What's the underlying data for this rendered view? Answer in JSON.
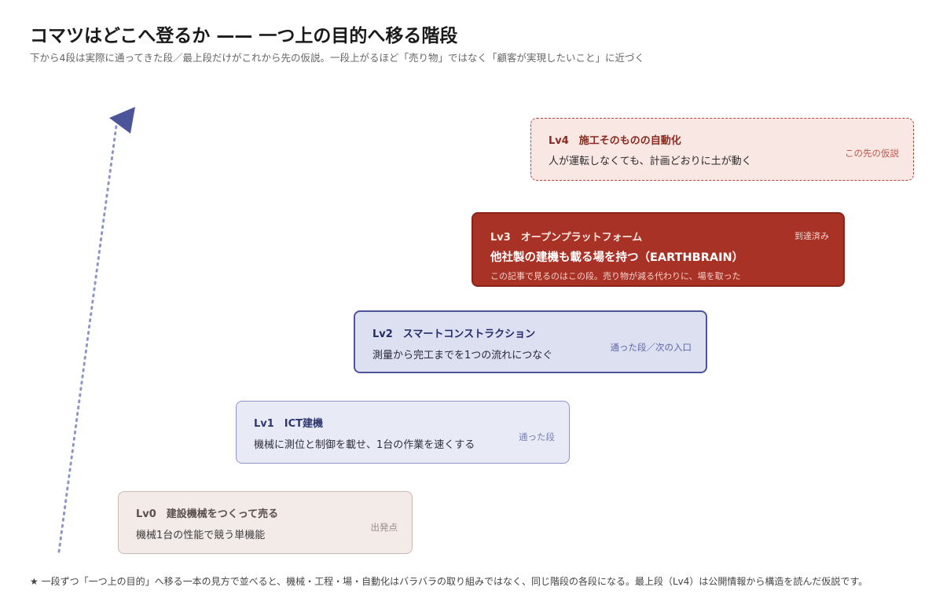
{
  "header": {
    "title": "コマツはどこへ登るか —— 一つ上の目的へ移る階段",
    "subtitle": "下から4段は実際に通ってきた段／最上段だけがこれから先の仮説。一段上がるほど「売り物」ではなく「顧客が実現したいこと」に近づく"
  },
  "colors": {
    "arrow": "#8e93c9",
    "arrow_head": "#4c559a",
    "lv3_fill": "#a93226",
    "lv4_border": "#b5453a"
  },
  "steps": {
    "lv0": {
      "heading": "Lv0　建設機械をつくって売る",
      "desc": "機械1台の性能で競う単機能",
      "tag": "出発点"
    },
    "lv1": {
      "heading": "Lv1　ICT建機",
      "desc": "機械に測位と制御を載せ、1台の作業を速くする",
      "tag": "通った段"
    },
    "lv2": {
      "heading": "Lv2　スマートコンストラクション",
      "desc": "測量から完工までを1つの流れにつなぐ",
      "tag": "通った段／次の入口"
    },
    "lv3": {
      "heading": "Lv3　オープンプラットフォーム",
      "desc": "他社製の建機も載る場を持つ（EARTHBRAIN）",
      "note": "この記事で見るのはこの段。売り物が減る代わりに、場を取った",
      "tag": "到達済み"
    },
    "lv4": {
      "heading": "Lv4　施工そのものの自動化",
      "desc": "人が運転しなくても、計画どおりに土が動く",
      "tag": "この先の仮説"
    }
  },
  "footer": {
    "text": "★ 一段ずつ「一つ上の目的」へ移る一本の見方で並べると、機械・工程・場・自動化はバラバラの取り組みではなく、同じ階段の各段になる。最上段（Lv4）は公開情報から構造を読んだ仮説です。"
  }
}
